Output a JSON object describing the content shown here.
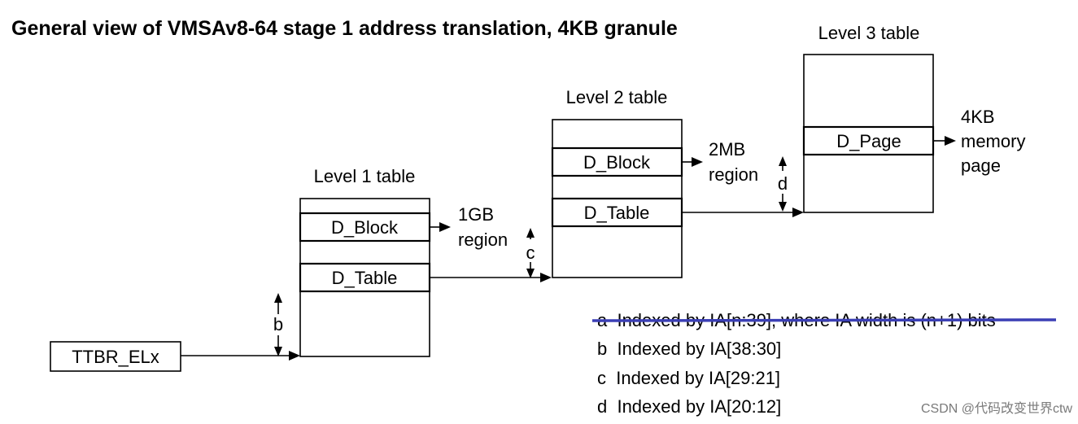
{
  "title": "General view of VMSAv8-64 stage 1 address translation, 4KB granule",
  "register": {
    "label": "TTBR_ELx"
  },
  "tables": {
    "level1": {
      "title": "Level 1 table",
      "block": "D_Block",
      "table": "D_Table"
    },
    "level2": {
      "title": "Level 2 table",
      "block": "D_Block",
      "table": "D_Table"
    },
    "level3": {
      "title": "Level 3 table",
      "page": "D_Page"
    }
  },
  "regions": {
    "r1": [
      "1GB",
      "region"
    ],
    "r2": [
      "2MB",
      "region"
    ],
    "r3": [
      "4KB",
      "memory",
      "page"
    ]
  },
  "index_markers": {
    "b": "b",
    "c": "c",
    "d": "d"
  },
  "legend": {
    "a": "a  Indexed by IA[n:39], where IA width is (n+1) bits",
    "b": "b  Indexed by IA[38:30]",
    "c": "c  Indexed by IA[29:21]",
    "d": "d  Indexed by IA[20:12]"
  },
  "watermark": "CSDN @代码改变世界ctw",
  "colors": {
    "strike": "#3b3fb5",
    "watermark": "#7a7a7a"
  }
}
